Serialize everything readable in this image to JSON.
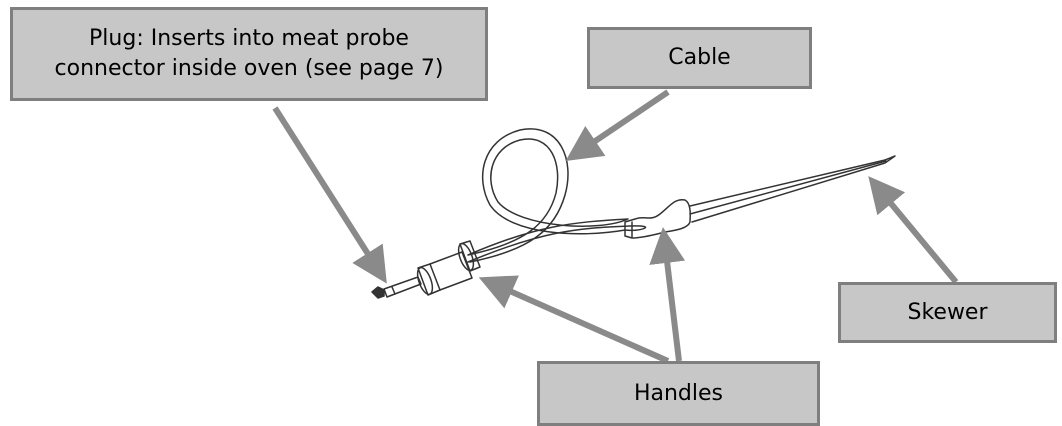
{
  "labels": {
    "plug": [
      "Plug: Inserts into meat probe",
      "connector inside oven (see page 7)"
    ],
    "cable": "Cable",
    "skewer": "Skewer",
    "handles": "Handles"
  },
  "colors": {
    "box_fill": "#c7c7c7",
    "box_border": "#7f7f7f",
    "arrow": "#8a8a8a",
    "drawing_stroke": "#333333"
  }
}
